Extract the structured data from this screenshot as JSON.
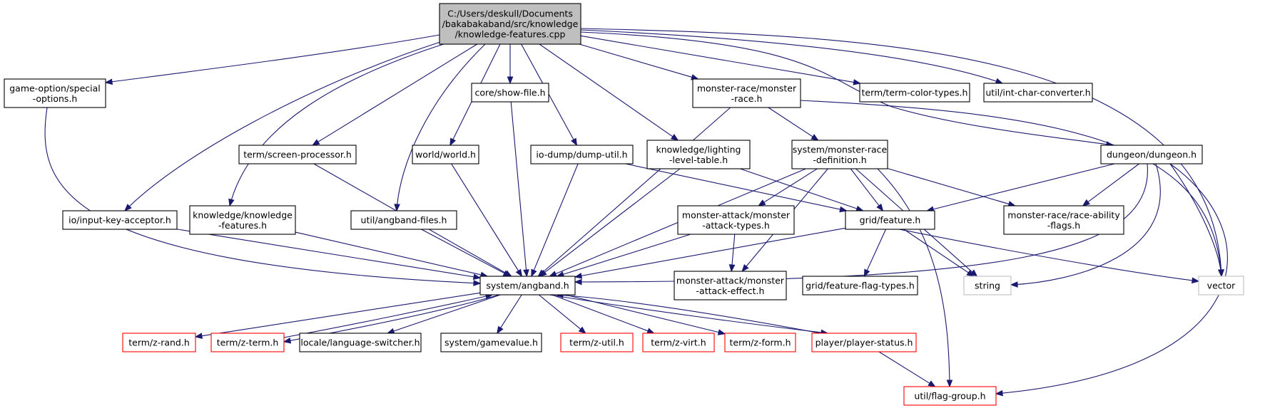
{
  "colors": {
    "edge": "#191970",
    "root_fill": "#bfbfbf",
    "normal": "#000000",
    "red": "#ff0000",
    "gray": "#bfbfbf"
  },
  "nodes": [
    {
      "id": "root",
      "kind": "root",
      "lines": [
        "C:/Users/deskull/Documents",
        "/bakabakaband/src/knowledge",
        "/knowledge-features.cpp"
      ]
    },
    {
      "id": "special_options",
      "kind": "normal",
      "lines": [
        "game-option/special",
        "-options.h"
      ]
    },
    {
      "id": "show_file",
      "kind": "normal",
      "lines": [
        "core/show-file.h"
      ]
    },
    {
      "id": "monster_race",
      "kind": "normal",
      "lines": [
        "monster-race/monster",
        "-race.h"
      ]
    },
    {
      "id": "term_color",
      "kind": "normal",
      "lines": [
        "term/term-color-types.h"
      ]
    },
    {
      "id": "int_char",
      "kind": "normal",
      "lines": [
        "util/int-char-converter.h"
      ]
    },
    {
      "id": "screen_processor",
      "kind": "normal",
      "lines": [
        "term/screen-processor.h"
      ]
    },
    {
      "id": "world",
      "kind": "normal",
      "lines": [
        "world/world.h"
      ]
    },
    {
      "id": "dump_util",
      "kind": "normal",
      "lines": [
        "io-dump/dump-util.h"
      ]
    },
    {
      "id": "lighting",
      "kind": "normal",
      "lines": [
        "knowledge/lighting",
        "-level-table.h"
      ]
    },
    {
      "id": "race_def",
      "kind": "normal",
      "lines": [
        "system/monster-race",
        "-definition.h"
      ]
    },
    {
      "id": "dungeon",
      "kind": "normal",
      "lines": [
        "dungeon/dungeon.h"
      ]
    },
    {
      "id": "input_key",
      "kind": "normal",
      "lines": [
        "io/input-key-acceptor.h"
      ]
    },
    {
      "id": "know_features",
      "kind": "normal",
      "lines": [
        "knowledge/knowledge",
        "-features.h"
      ]
    },
    {
      "id": "angband_files",
      "kind": "normal",
      "lines": [
        "util/angband-files.h"
      ]
    },
    {
      "id": "attack_types",
      "kind": "normal",
      "lines": [
        "monster-attack/monster",
        "-attack-types.h"
      ]
    },
    {
      "id": "grid_feature",
      "kind": "normal",
      "lines": [
        "grid/feature.h"
      ]
    },
    {
      "id": "race_ability",
      "kind": "normal",
      "lines": [
        "monster-race/race-ability",
        "-flags.h"
      ]
    },
    {
      "id": "angband",
      "kind": "normal",
      "lines": [
        "system/angband.h"
      ]
    },
    {
      "id": "attack_effect",
      "kind": "normal",
      "lines": [
        "monster-attack/monster",
        "-attack-effect.h"
      ]
    },
    {
      "id": "flag_types",
      "kind": "normal",
      "lines": [
        "grid/feature-flag-types.h"
      ]
    },
    {
      "id": "string",
      "kind": "gray",
      "lines": [
        "string"
      ]
    },
    {
      "id": "vector",
      "kind": "gray",
      "lines": [
        "vector"
      ]
    },
    {
      "id": "z_rand",
      "kind": "red",
      "lines": [
        "term/z-rand.h"
      ]
    },
    {
      "id": "z_term",
      "kind": "red",
      "lines": [
        "term/z-term.h"
      ]
    },
    {
      "id": "lang_switch",
      "kind": "normal",
      "lines": [
        "locale/language-switcher.h"
      ]
    },
    {
      "id": "gamevalue",
      "kind": "normal",
      "lines": [
        "system/gamevalue.h"
      ]
    },
    {
      "id": "z_util",
      "kind": "red",
      "lines": [
        "term/z-util.h"
      ]
    },
    {
      "id": "z_virt",
      "kind": "red",
      "lines": [
        "term/z-virt.h"
      ]
    },
    {
      "id": "z_form",
      "kind": "red",
      "lines": [
        "term/z-form.h"
      ]
    },
    {
      "id": "player_status",
      "kind": "red",
      "lines": [
        "player/player-status.h"
      ]
    },
    {
      "id": "flag_group",
      "kind": "red",
      "lines": [
        "util/flag-group.h"
      ]
    }
  ],
  "edges": [
    [
      "root",
      "special_options"
    ],
    [
      "root",
      "show_file"
    ],
    [
      "root",
      "monster_race"
    ],
    [
      "root",
      "term_color"
    ],
    [
      "root",
      "int_char"
    ],
    [
      "root",
      "screen_processor"
    ],
    [
      "root",
      "world"
    ],
    [
      "root",
      "dump_util"
    ],
    [
      "root",
      "lighting"
    ],
    [
      "root",
      "dungeon"
    ],
    [
      "root",
      "input_key"
    ],
    [
      "root",
      "know_features"
    ],
    [
      "root",
      "angband_files"
    ],
    [
      "root",
      "vector"
    ],
    [
      "special_options",
      "angband"
    ],
    [
      "show_file",
      "angband"
    ],
    [
      "screen_processor",
      "angband"
    ],
    [
      "world",
      "angband"
    ],
    [
      "dump_util",
      "angband"
    ],
    [
      "dump_util",
      "grid_feature"
    ],
    [
      "lighting",
      "angband"
    ],
    [
      "lighting",
      "grid_feature"
    ],
    [
      "input_key",
      "angband"
    ],
    [
      "know_features",
      "angband"
    ],
    [
      "angband_files",
      "angband"
    ],
    [
      "monster_race",
      "angband"
    ],
    [
      "monster_race",
      "race_def"
    ],
    [
      "monster_race",
      "vector"
    ],
    [
      "race_def",
      "angband"
    ],
    [
      "race_def",
      "attack_types"
    ],
    [
      "race_def",
      "attack_effect"
    ],
    [
      "race_def",
      "grid_feature"
    ],
    [
      "race_def",
      "race_ability"
    ],
    [
      "race_def",
      "string"
    ],
    [
      "race_def",
      "flag_group"
    ],
    [
      "dungeon",
      "grid_feature"
    ],
    [
      "dungeon",
      "race_ability"
    ],
    [
      "dungeon",
      "angband"
    ],
    [
      "dungeon",
      "string"
    ],
    [
      "dungeon",
      "vector"
    ],
    [
      "dungeon",
      "flag_group"
    ],
    [
      "attack_types",
      "angband"
    ],
    [
      "attack_types",
      "attack_effect"
    ],
    [
      "grid_feature",
      "angband"
    ],
    [
      "grid_feature",
      "flag_types"
    ],
    [
      "grid_feature",
      "string"
    ],
    [
      "grid_feature",
      "vector"
    ],
    [
      "angband",
      "z_rand"
    ],
    [
      "angband",
      "z_term"
    ],
    [
      "angband",
      "lang_switch"
    ],
    [
      "angband",
      "gamevalue"
    ],
    [
      "angband",
      "z_util"
    ],
    [
      "angband",
      "z_virt"
    ],
    [
      "angband",
      "z_form"
    ],
    [
      "angband",
      "player_status"
    ],
    [
      "z_term",
      "angband"
    ],
    [
      "player_status",
      "angband"
    ],
    [
      "player_status",
      "flag_group"
    ]
  ]
}
